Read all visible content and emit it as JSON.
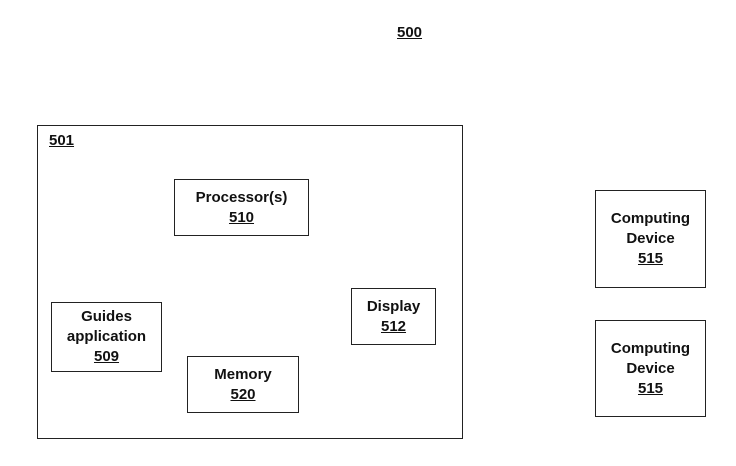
{
  "figure": {
    "ref": "500"
  },
  "system": {
    "ref": "501",
    "components": {
      "processor": {
        "label": "Processor(s)",
        "ref": "510"
      },
      "guides": {
        "label_line1": "Guides",
        "label_line2": "application",
        "ref": "509"
      },
      "memory": {
        "label": "Memory",
        "ref": "520"
      },
      "display": {
        "label": "Display",
        "ref": "512"
      }
    }
  },
  "devices": [
    {
      "label_line1": "Computing",
      "label_line2": "Device",
      "ref": "515"
    },
    {
      "label_line1": "Computing",
      "label_line2": "Device",
      "ref": "515"
    }
  ]
}
